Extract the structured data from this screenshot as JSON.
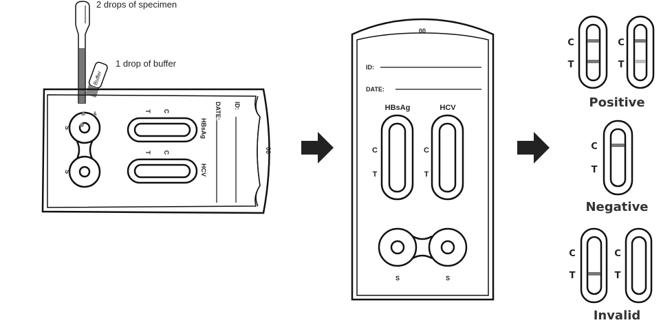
{
  "step1": {
    "specimen_label": "2 drops of specimen",
    "buffer_label": "1 drop of buffer",
    "bottle_text": "Buffer",
    "id_label": "ID:",
    "date_label": "DATE:",
    "window1_name": "HBsAg",
    "window2_name": "HCV",
    "t_label": "T",
    "c_label": "C",
    "well_label": "S",
    "logo": "00"
  },
  "step2": {
    "id_label": "ID:",
    "date_label": "DATE:",
    "window1_name": "HBsAg",
    "window2_name": "HCV",
    "c_label": "C",
    "t_label": "T",
    "well_label": "S",
    "logo": "00"
  },
  "results": {
    "positive": "Positive",
    "negative": "Negative",
    "invalid": "Invalid",
    "c_label": "C",
    "t_label": "T"
  },
  "colors": {
    "line": "#111111",
    "band": "#777777",
    "band_light": "#bbbbbb",
    "arrow": "#222222"
  }
}
